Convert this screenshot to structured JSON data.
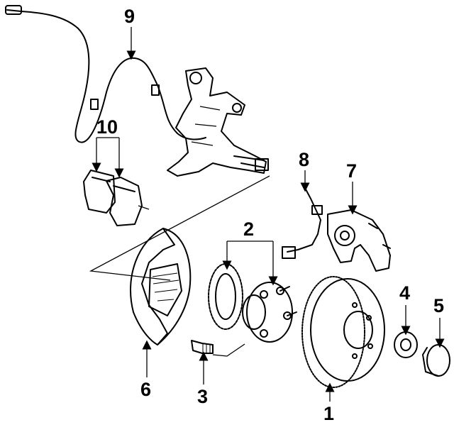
{
  "diagram": {
    "callouts": [
      {
        "id": "1",
        "label": "1",
        "part": "brake-rotor"
      },
      {
        "id": "2",
        "label": "2",
        "part": "hub-and-tone-ring"
      },
      {
        "id": "3",
        "label": "3",
        "part": "wheel-stud"
      },
      {
        "id": "4",
        "label": "4",
        "part": "lock-nut"
      },
      {
        "id": "5",
        "label": "5",
        "part": "dust-cap"
      },
      {
        "id": "6",
        "label": "6",
        "part": "splash-shield"
      },
      {
        "id": "7",
        "label": "7",
        "part": "caliper"
      },
      {
        "id": "8",
        "label": "8",
        "part": "brake-hose"
      },
      {
        "id": "9",
        "label": "9",
        "part": "abs-sensor-wire"
      },
      {
        "id": "10",
        "label": "10",
        "part": "brake-pads"
      }
    ],
    "colors": {
      "ink": "#000000",
      "background": "#ffffff"
    }
  }
}
